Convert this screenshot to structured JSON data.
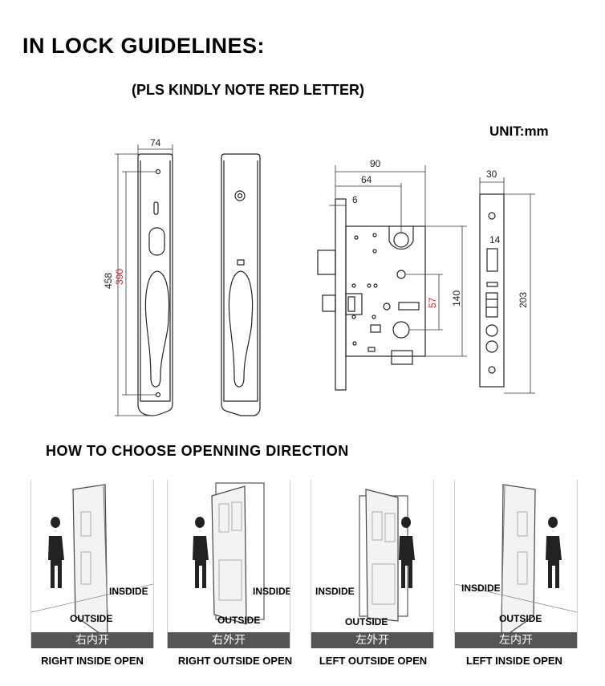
{
  "header": {
    "title": "IN LOCK GUIDELINES:",
    "subtitle": "(PLS KINDLY NOTE RED LETTER)",
    "unit": "UNIT:mm"
  },
  "dimensions": {
    "plate_width": "74",
    "plate_total_height": "458",
    "plate_hole_spacing": "390",
    "body_width": "90",
    "backset": "64",
    "face_offset": "6",
    "body_height": "140",
    "handle_spacing": "57",
    "faceplate_width": "30",
    "faceplate_height": "203",
    "latch_offset": "14"
  },
  "section2": {
    "title": "HOW TO CHOOSE OPENNING DIRECTION"
  },
  "doors": [
    {
      "inside": "INSDIDE",
      "outside": "OUTSIDE",
      "cn": "右内开",
      "caption": "RIGHT INSIDE OPEN"
    },
    {
      "inside": "INSDIDE",
      "outside": "OUTSIDE",
      "cn": "右外开",
      "caption": "RIGHT OUTSIDE OPEN"
    },
    {
      "inside": "INSDIDE",
      "outside": "OUTSIDE",
      "cn": "左外开",
      "caption": "LEFT OUTSIDE OPEN"
    },
    {
      "inside": "INSDIDE",
      "outside": "OUTSIDE",
      "cn": "左内开",
      "caption": "LEFT INSIDE OPEN"
    }
  ],
  "colors": {
    "red": "#d0242a",
    "bar": "#555555"
  }
}
